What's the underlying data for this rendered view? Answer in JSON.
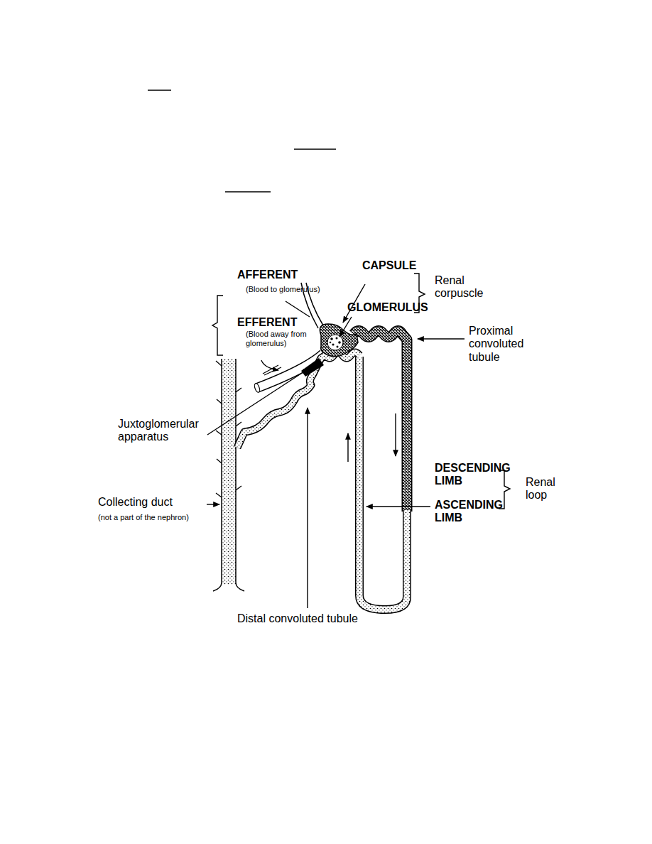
{
  "diagram": {
    "labels": [
      "AFFERENT",
      "(Blood to glomerulus)",
      "EFFERENT",
      "(Blood away from glomerulus)",
      "CAPSULE",
      "GLOMERULUS",
      "Renal corpuscle",
      "Proximal convoluted tubule",
      "Juxtoglomerular apparatus",
      "DESCENDING LIMB",
      "ASCENDING LIMB",
      "Renal loop",
      "Collecting duct",
      "(not a part of the nephron)",
      "Distal convoluted tubule"
    ]
  }
}
